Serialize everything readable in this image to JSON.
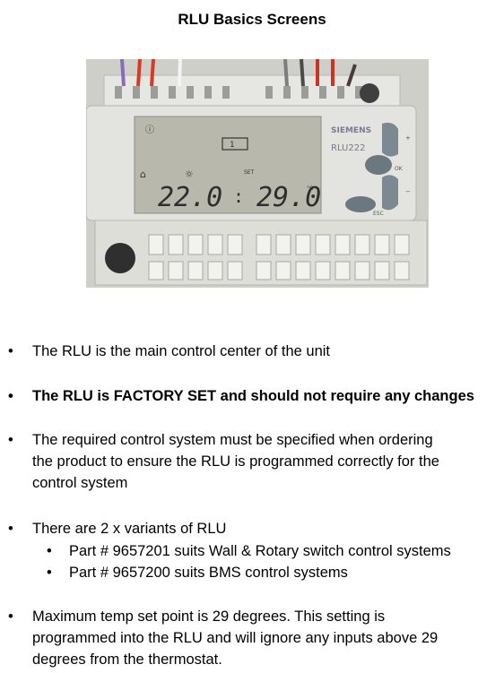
{
  "title": "RLU Basics Screens",
  "photo": {
    "brand": "SIEMENS",
    "model": "RLU222",
    "lcd_left_value": "22.0",
    "lcd_right_value": "29.0",
    "lcd_set_label": "SET",
    "lcd_unit": "°C",
    "lcd_indicator": "1",
    "lcd_colon": ":",
    "button_ok_label": "OK",
    "button_esc_label": "ESC",
    "plus_label": "+",
    "minus_label": "−"
  },
  "bullets": [
    {
      "text": "The RLU is the main control center of the unit"
    },
    {
      "text": "The RLU is FACTORY SET and should not require any changes"
    },
    {
      "lines": [
        "The required control system must be specified when ordering",
        "the product to ensure the RLU is programmed correctly for the",
        "control system"
      ]
    },
    {
      "text": "There are 2 x variants of RLU",
      "sub": [
        "Part # 9657201 suits Wall & Rotary switch control systems",
        "Part # 9657200 suits BMS control systems"
      ]
    },
    {
      "lines": [
        "Maximum temp set point is 29 degrees. This setting is",
        "programmed into the RLU and will ignore any inputs above 29",
        "degrees from the thermostat."
      ]
    }
  ],
  "bullet_symbol": "•"
}
